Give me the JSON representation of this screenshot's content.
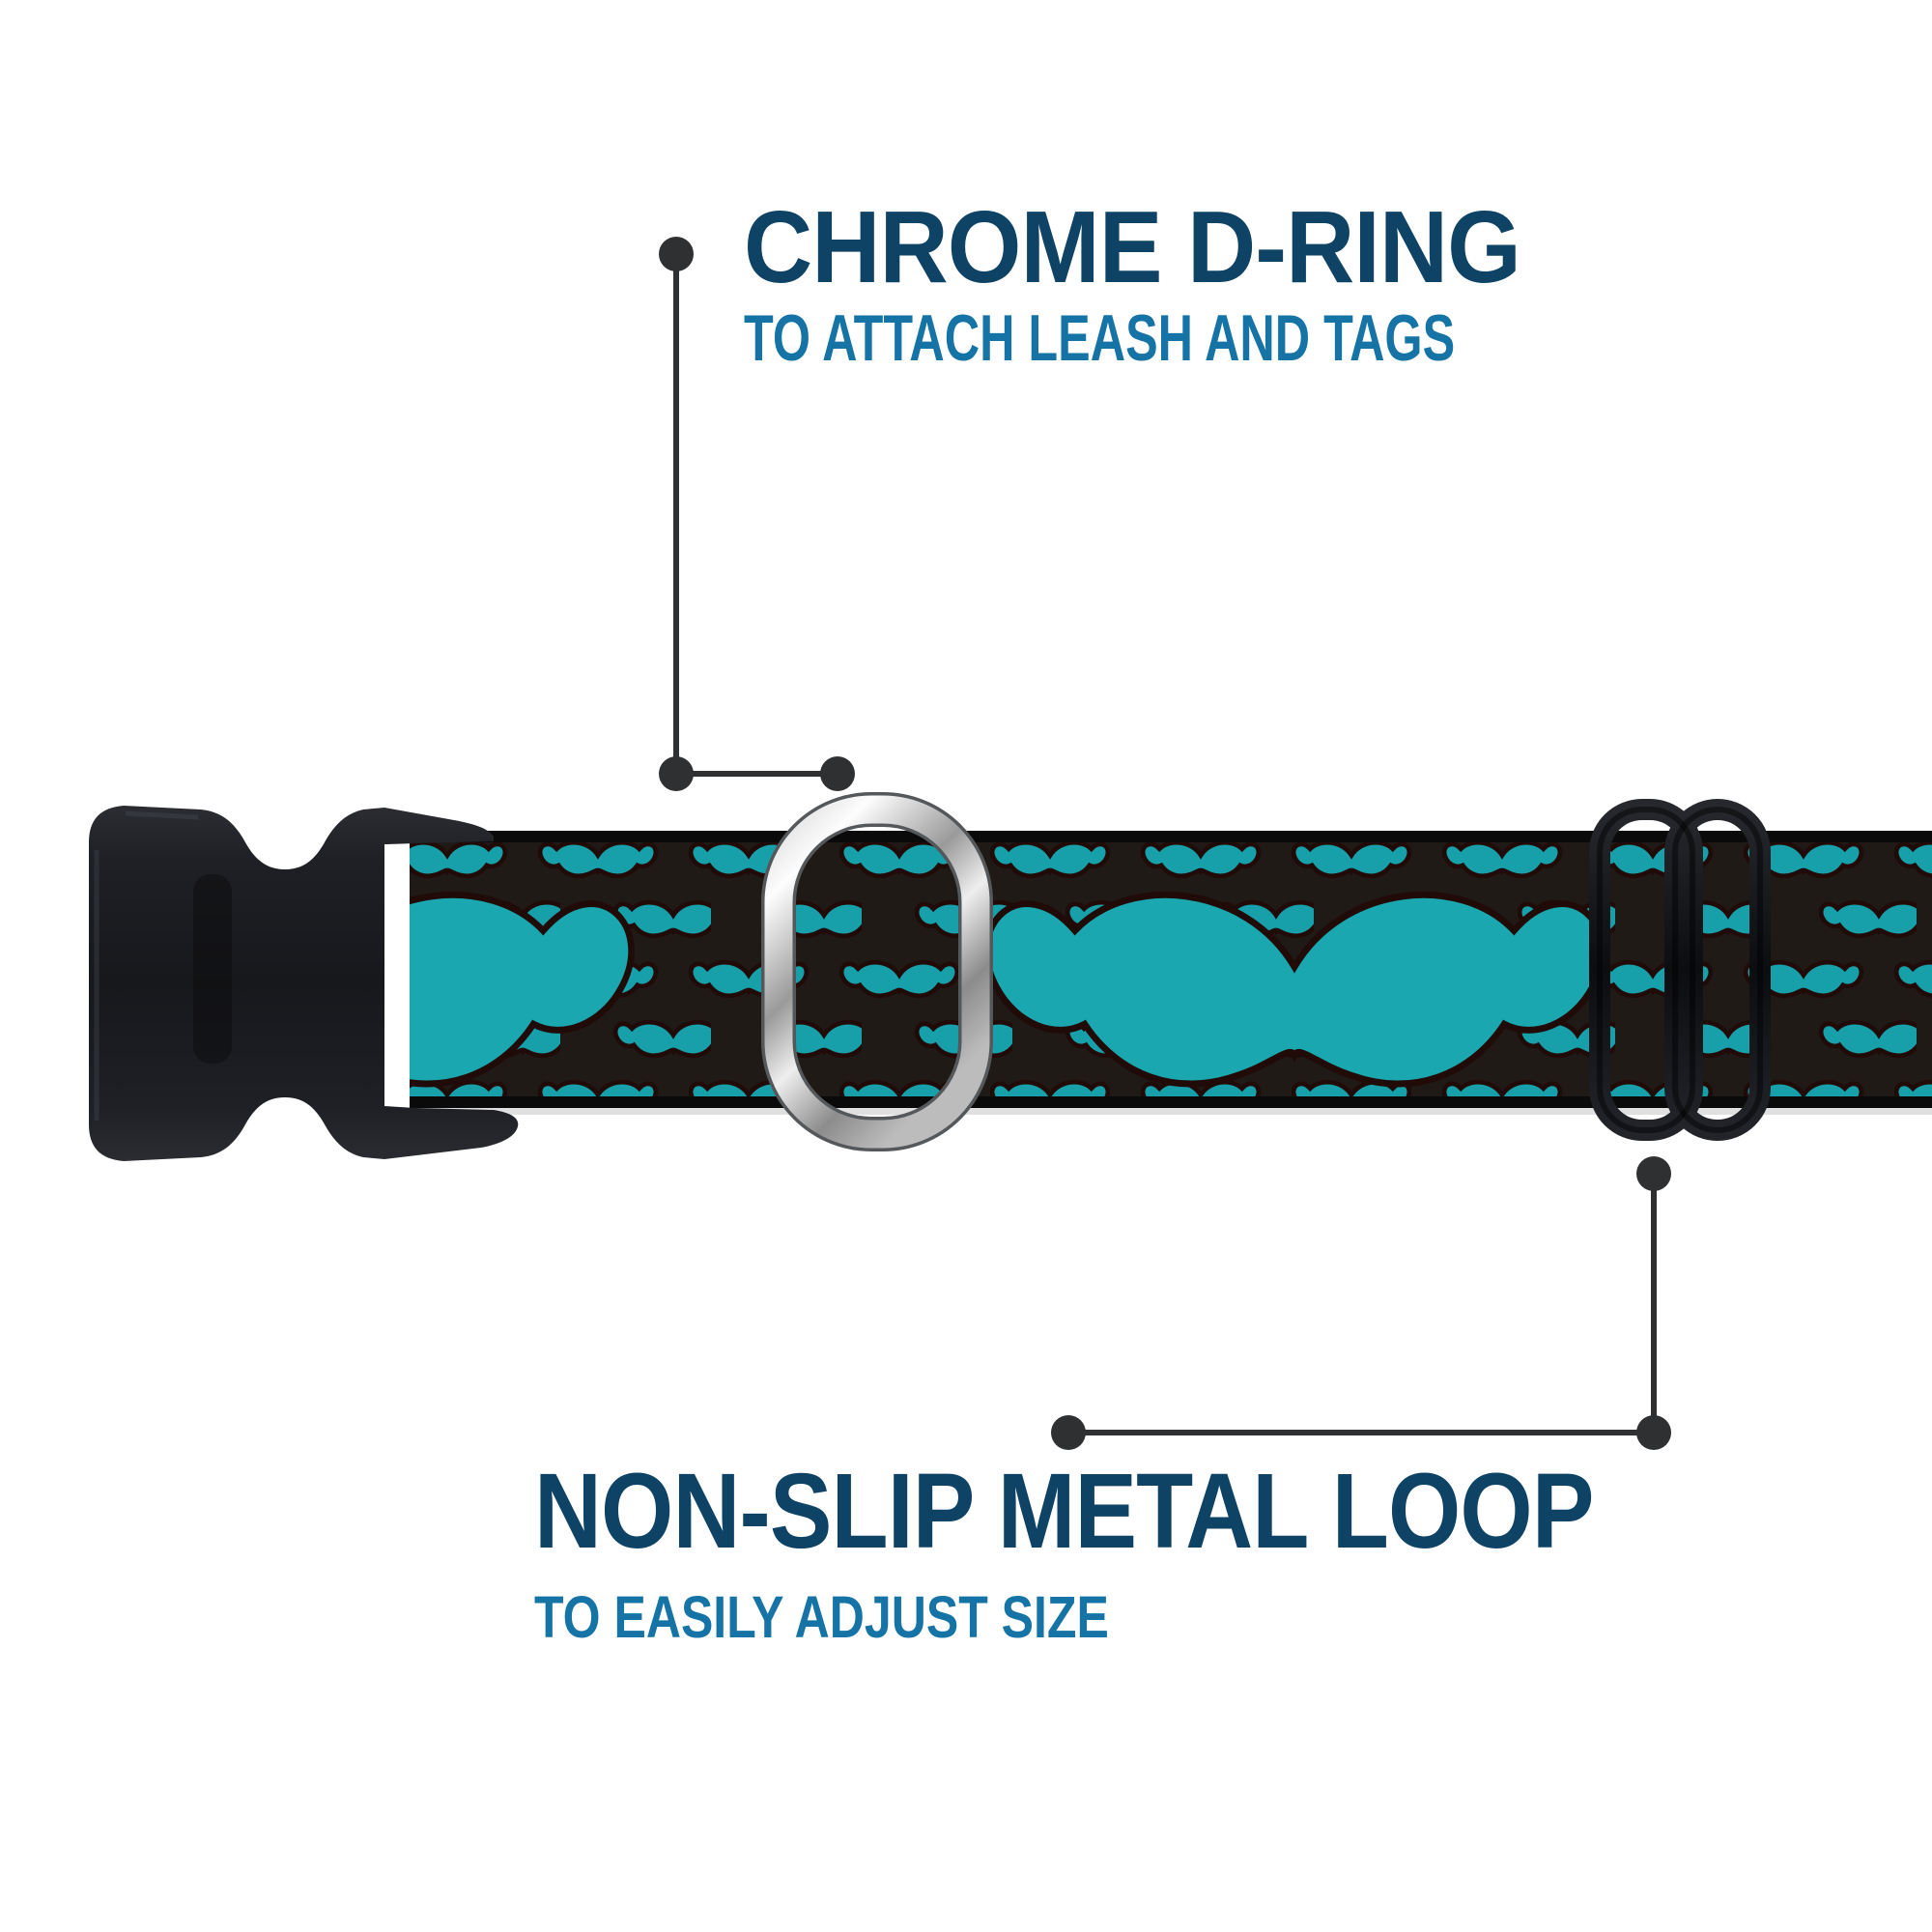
{
  "callouts": {
    "top": {
      "title": "CHROME D-RING",
      "subtitle": "TO ATTACH LEASH AND TAGS"
    },
    "bottom": {
      "title": "NON-SLIP METAL LOOP",
      "subtitle": "TO EASILY ADJUST SIZE"
    }
  },
  "hardware_icons": [
    "side-release-buckle-icon",
    "chrome-d-ring-icon",
    "metal-slider-loop-icon"
  ],
  "pattern_icon": "mustache-icon",
  "colors": {
    "background": "#ffffff",
    "title_navy": "#0e4366",
    "subtitle_blue": "#1573a6",
    "leader_gray": "#2f3032",
    "band_black": "#1f1a16",
    "band_edge_black": "#0a0a0a",
    "mustache_teal_small": "#17a0aa",
    "mustache_teal_large": "#1ba7b0",
    "mustache_outline": "#200b08",
    "buckle_black": "#17181c",
    "chrome_silver": "#c9c9c9"
  }
}
